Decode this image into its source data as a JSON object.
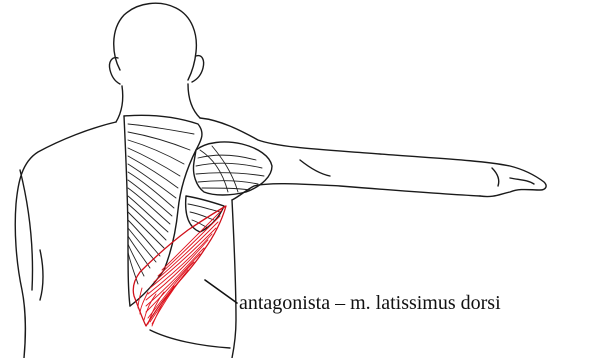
{
  "annotation": {
    "label": "antagonista – m. latissimus dorsi"
  },
  "colors": {
    "highlight_muscle": "#e0141e",
    "line_art": "#1a1a1a",
    "background": "#ffffff"
  },
  "structures": [
    "head",
    "neck",
    "torso",
    "right-arm-abducted",
    "trapezius",
    "deltoid",
    "latissimus-dorsi"
  ]
}
